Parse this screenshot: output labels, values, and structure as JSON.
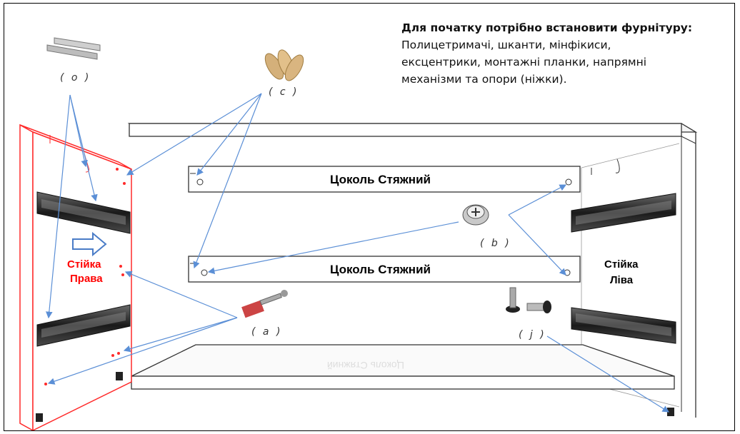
{
  "instructions": {
    "heading": "Для початку потрібно встановити фурнітуру:",
    "line1": "Полицетримачі, шканти, мінфікиси,",
    "line2": "ексцентрики, монтажні планки, напрямні",
    "line3": "механізми та опори (ніжки)."
  },
  "part_labels": {
    "o": "( o )",
    "c": "( c )",
    "b": "( b )",
    "a": "( a )",
    "j": "( j )"
  },
  "panels": {
    "beam_top": "Цоколь Стяжний",
    "beam_bottom": "Цоколь Стяжний",
    "right_side_line1": "Стійка",
    "right_side_line2": "Права",
    "left_side_line1": "Стійка",
    "left_side_line2": "Ліва"
  },
  "colors": {
    "leader_line": "#5b8fd6",
    "right_panel": "#ff2a2a",
    "arrow_outline": "#4a7cc7"
  }
}
